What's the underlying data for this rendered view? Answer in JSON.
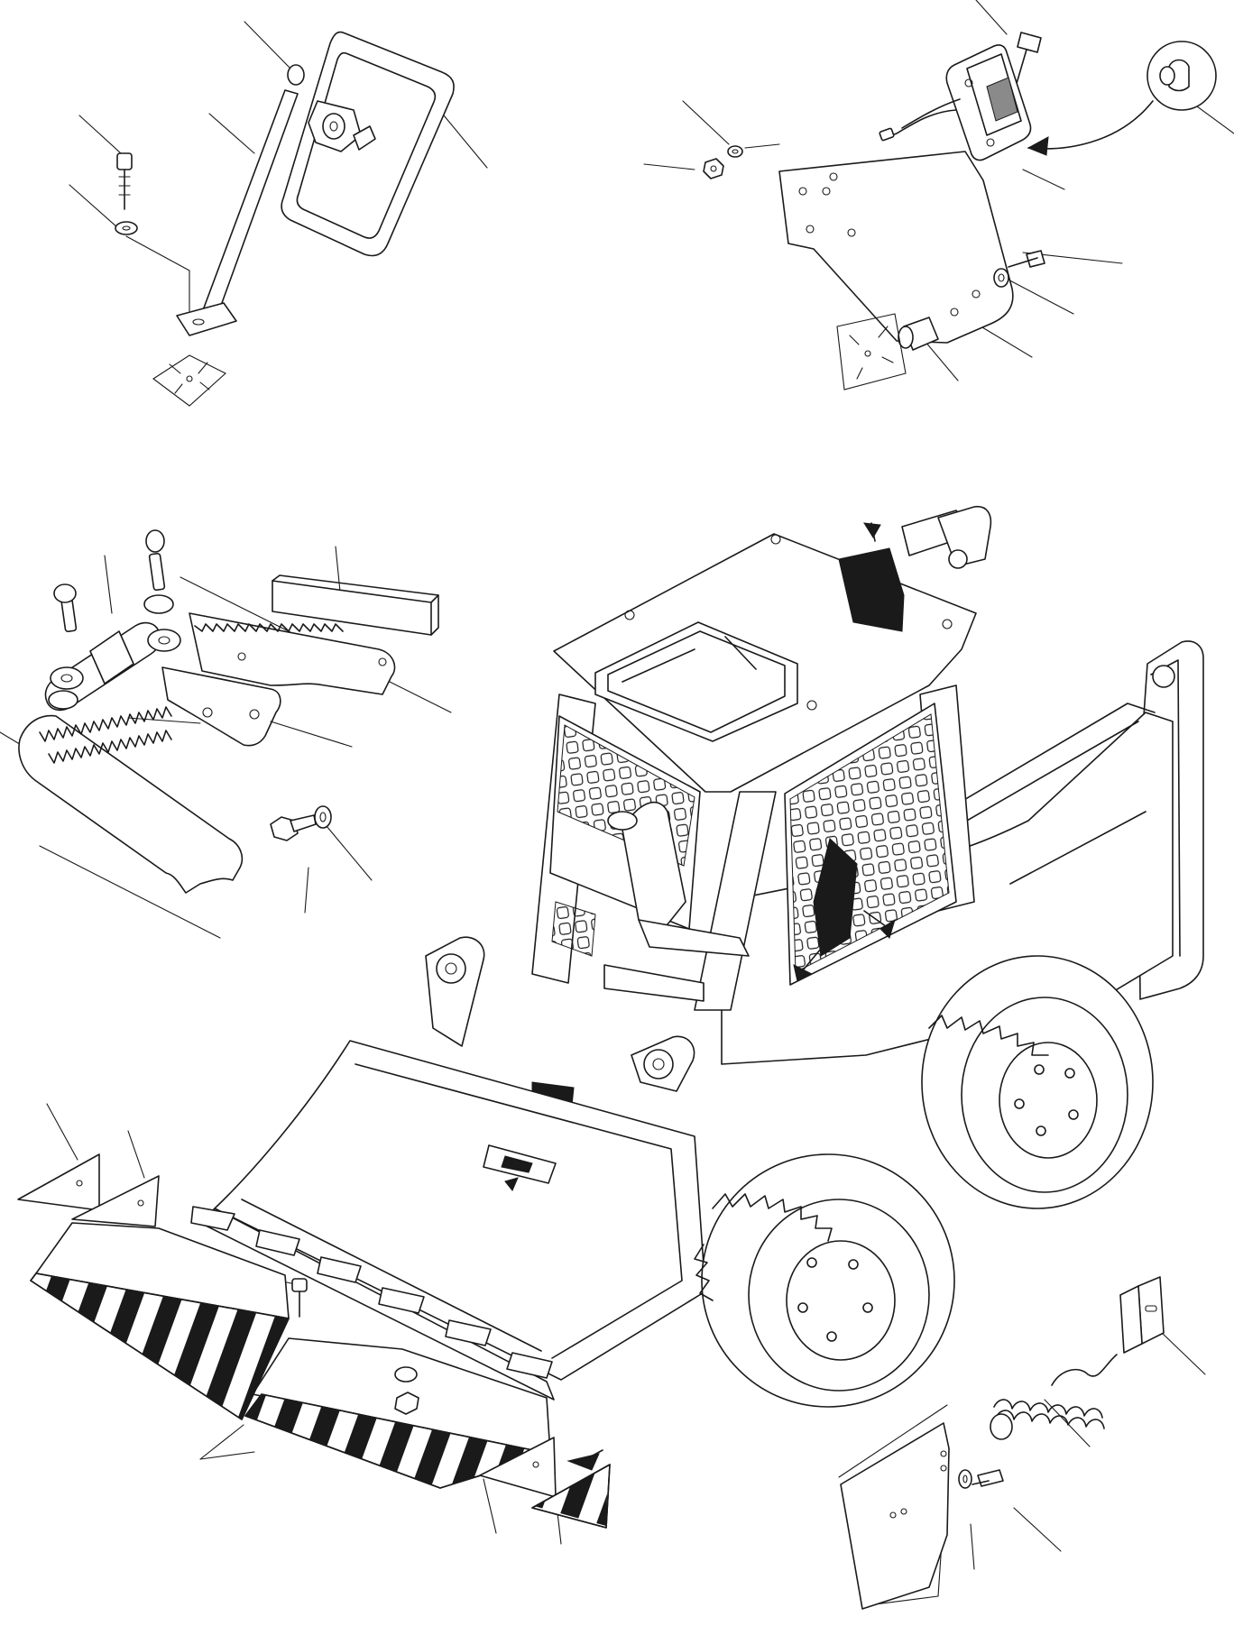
{
  "diagram": {
    "type": "exploded-parts-view",
    "line_color": "#1a1a1a",
    "background": "#ffffff",
    "assemblies": [
      {
        "id": "rear-view-mirror",
        "icon": "mirror-icon"
      },
      {
        "id": "license-plate-lamp",
        "icon": "lamp-icon"
      },
      {
        "id": "bucket-tooth-guard",
        "icon": "tooth-guard-icon"
      },
      {
        "id": "skid-steer-loader",
        "icon": "loader-icon"
      },
      {
        "id": "warning-stripe-plates",
        "icon": "stripe-plate-icon"
      },
      {
        "id": "spring-bracket",
        "icon": "spring-icon"
      }
    ]
  }
}
